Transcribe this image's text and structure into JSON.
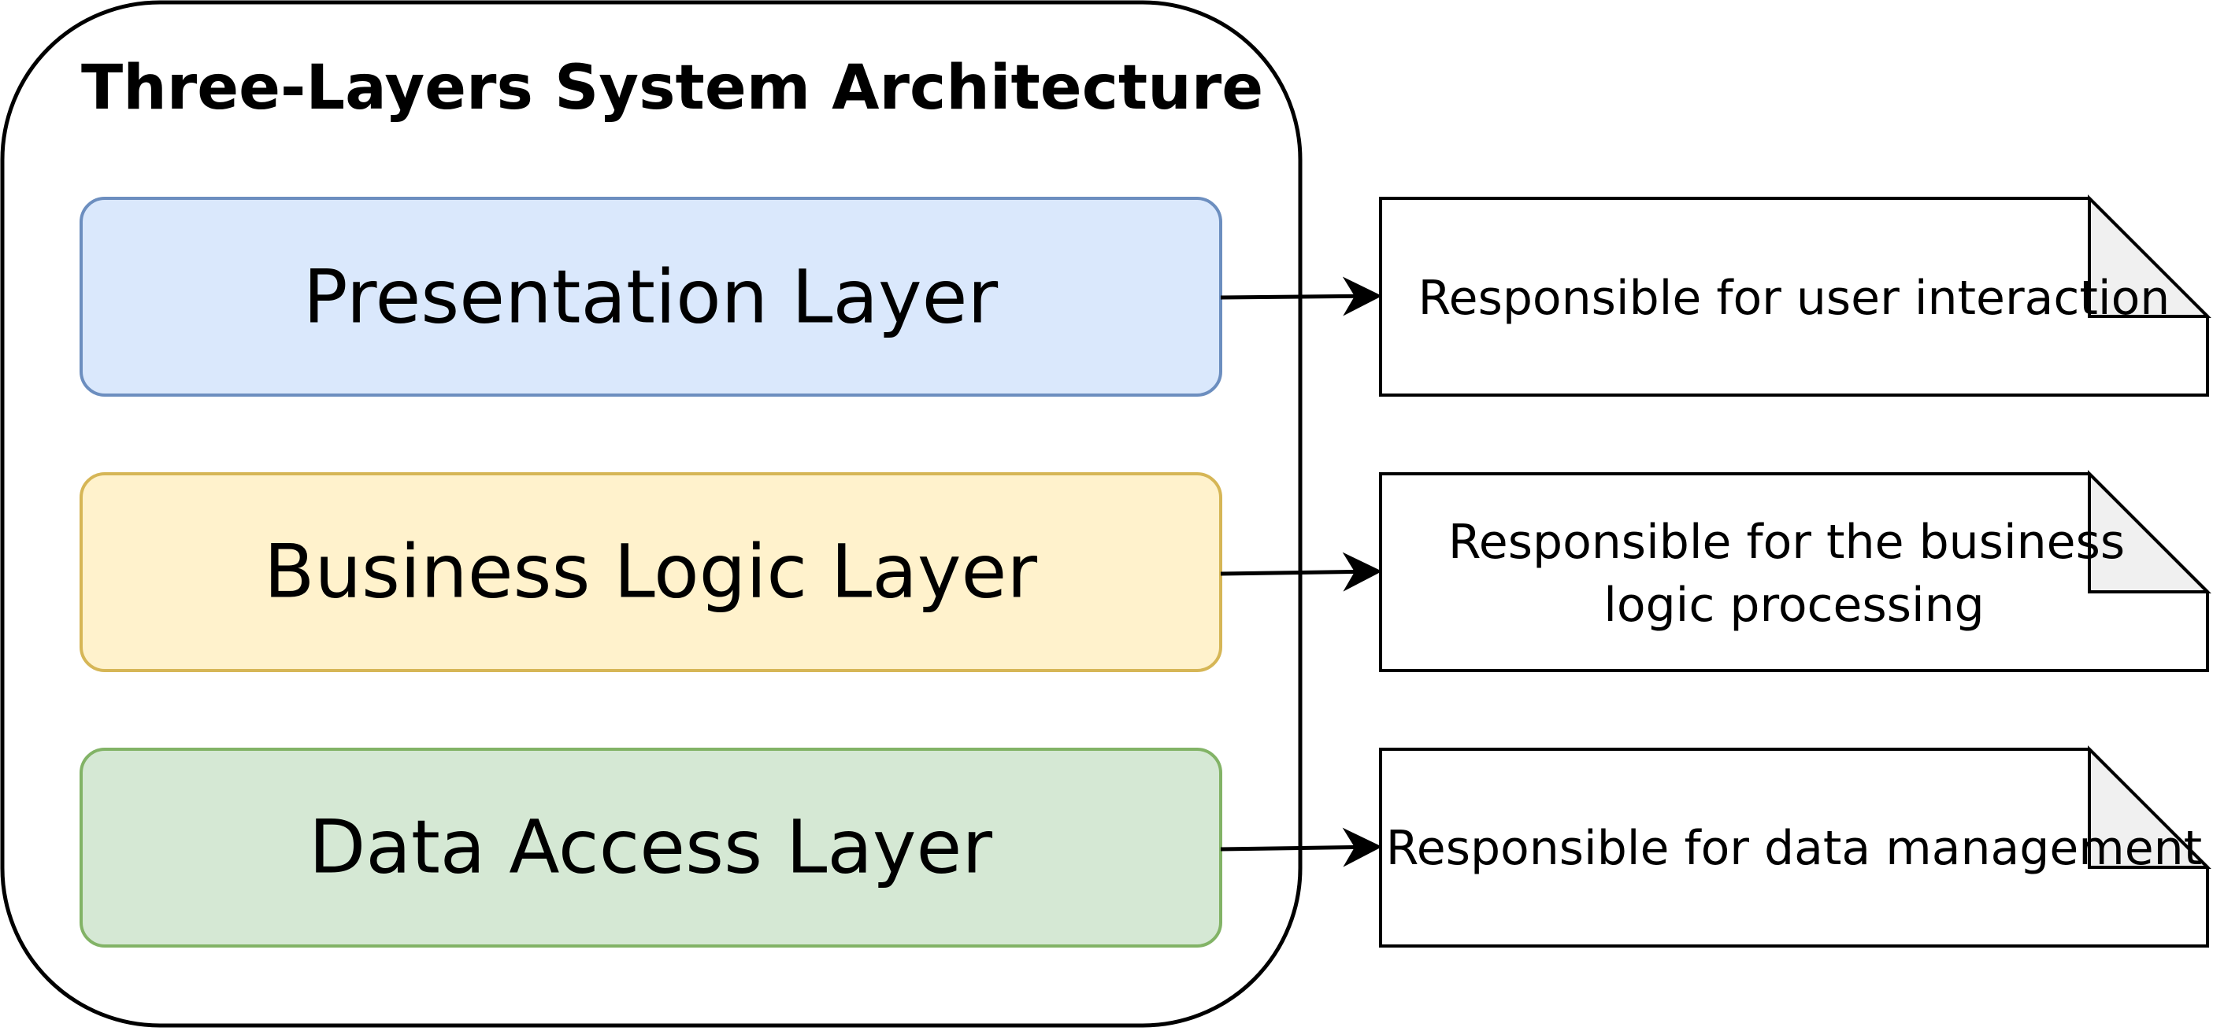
{
  "diagram": {
    "title": "Three-Layers System Architecture",
    "layers": [
      {
        "label": "Presentation Layer",
        "fill": "#dae8fc",
        "stroke": "#6c8ebf",
        "note_lines": [
          "Responsible for user interaction"
        ]
      },
      {
        "label": "Business Logic Layer",
        "fill": "#fff2cc",
        "stroke": "#d6b656",
        "note_lines": [
          "Responsible for the business",
          "logic processing"
        ]
      },
      {
        "label": "Data Access Layer",
        "fill": "#d5e8d4",
        "stroke": "#82b366",
        "note_lines": [
          "Responsible for data management"
        ]
      }
    ],
    "note_fill": "#ffffff",
    "note_fold_fill": "#f0f0f0",
    "line_color": "#000000"
  }
}
